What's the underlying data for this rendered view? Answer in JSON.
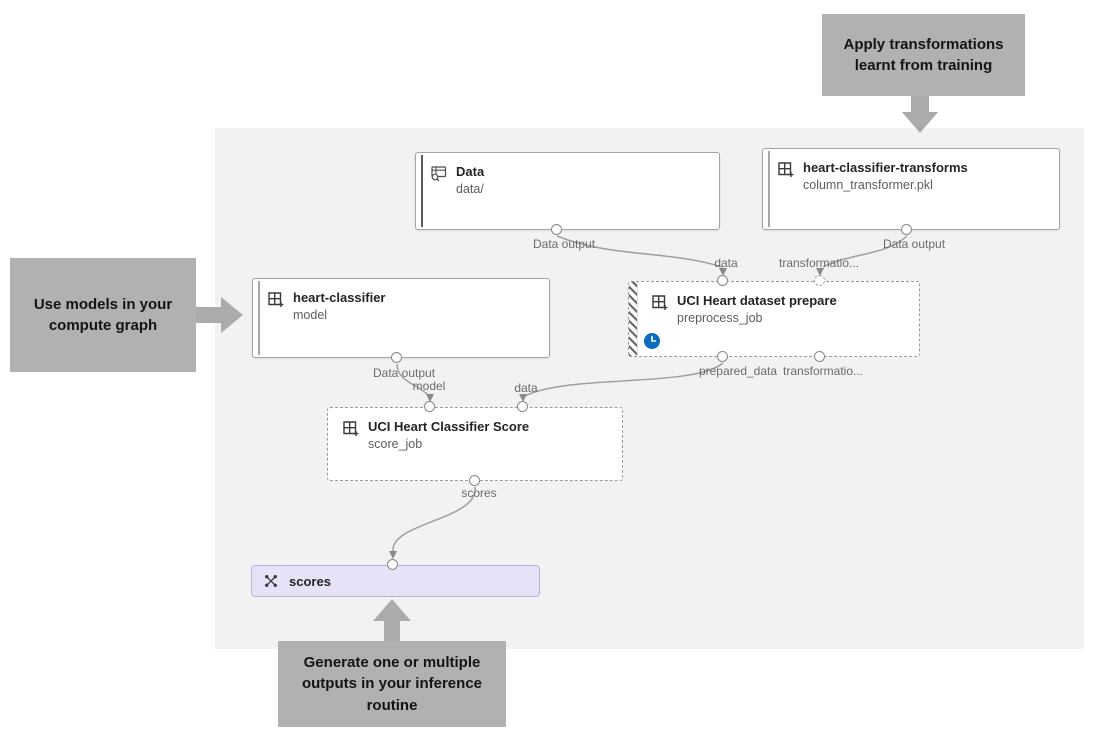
{
  "callouts": {
    "top": {
      "text": "Apply transformations learnt from training"
    },
    "left": {
      "text": "Use models in your compute graph"
    },
    "bottom": {
      "text": "Generate one or multiple outputs in your inference routine"
    }
  },
  "canvas": {
    "nodes": [
      {
        "id": "data",
        "title": "Data",
        "subtitle": "data/",
        "icon": "data-preview-icon",
        "output_label": "Data output"
      },
      {
        "id": "transforms",
        "title": "heart-classifier-transforms",
        "subtitle": "column_transformer.pkl",
        "icon": "component-icon",
        "output_label": "Data output"
      },
      {
        "id": "classifier",
        "title": "heart-classifier",
        "subtitle": "model",
        "icon": "component-icon",
        "output_label": "Data output"
      },
      {
        "id": "prepare",
        "title": "UCI Heart dataset prepare",
        "subtitle": "preprocess_job",
        "icon": "component-icon",
        "status_icon": "clock-icon",
        "input_labels": [
          "data",
          "transformatio..."
        ],
        "output_labels": [
          "prepared_data",
          "transformatio..."
        ]
      },
      {
        "id": "score",
        "title": "UCI Heart Classifier Score",
        "subtitle": "score_job",
        "icon": "component-icon",
        "input_labels": [
          "model",
          "data"
        ],
        "output_labels": [
          "scores"
        ]
      },
      {
        "id": "scores_output",
        "title": "scores",
        "icon": "pipeline-output-icon"
      }
    ]
  },
  "colors": {
    "canvas_bg": "#f2f2f2",
    "callout_bg": "#b1b1b1",
    "arrow_gray": "#ababab",
    "wire": "#a19f9d",
    "node_border": "#a6a4a2",
    "scores_bg": "#e7e2f8",
    "status_blue": "#0f6cbd"
  }
}
